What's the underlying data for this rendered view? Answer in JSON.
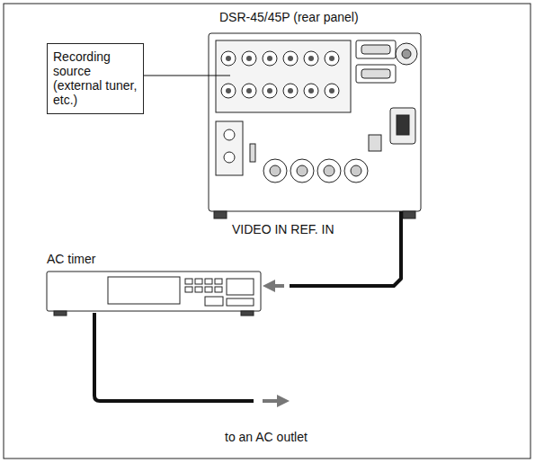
{
  "diagram": {
    "nodes": [
      {
        "text": [
          "Recording source (external tuner, etc.)"
        ]
      },
      {
        "text": [
          "DSR-45/45P (rear panel)"
        ]
      },
      {
        "text": [
          "AC timer"
        ]
      }
    ],
    "edges": [
      {
        "from": 0,
        "to": 1,
        "arrow": "none"
      },
      {
        "from": 1,
        "to": 2,
        "arrow": "to"
      }
    ],
    "labels": [
      "VIDEO IN REF. IN",
      "to an AC outlet"
    ]
  }
}
